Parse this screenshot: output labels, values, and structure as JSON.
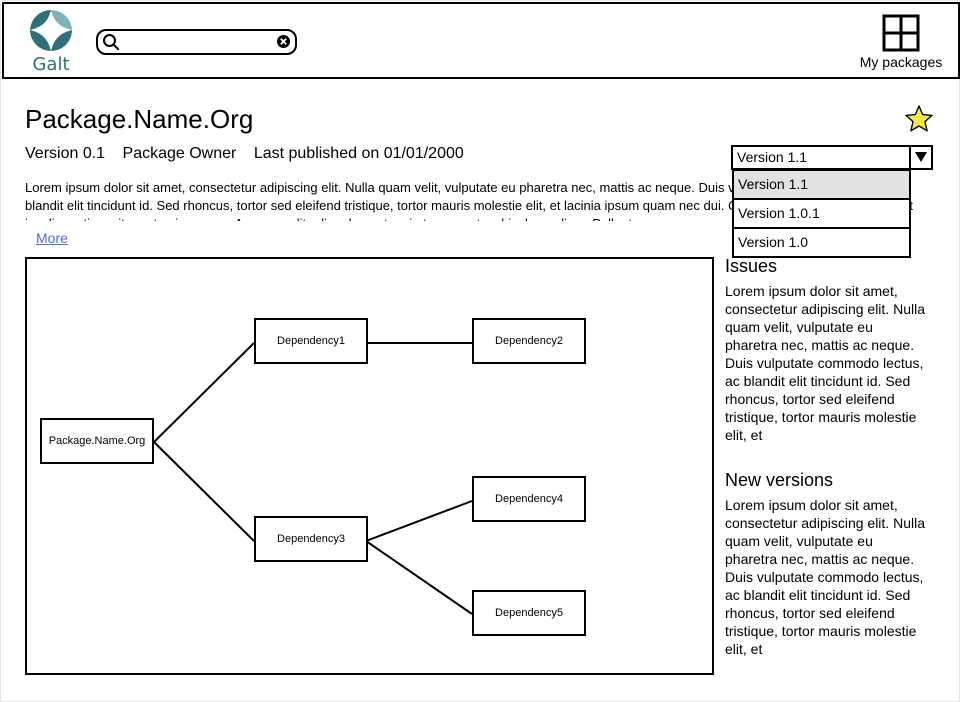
{
  "header": {
    "logo_text": "Galt",
    "search_placeholder": "",
    "packages_label": "My packages",
    "colors": {
      "logo_teal": "#2e6f7a",
      "logo_light": "#7fb3ba"
    }
  },
  "package": {
    "title": "Package.Name.Org",
    "version": "Version 0.1",
    "owner": "Package Owner",
    "published": "Last published on 01/01/2000",
    "description": "Lorem ipsum dolor sit amet, consectetur adipiscing elit. Nulla quam velit, vulputate eu pharetra nec, mattis ac neque. Duis vulputate commodo lectus, ac blandit elit tincidunt id. Sed rhoncus, tortor sed eleifend tristique, tortor mauris molestie elit, et lacinia ipsum quam nec dui. Quisque nec mauris sit amet elit iaculis pretium sit amet quis magna. Aenean velit odio, elementum in tempus ut, vehicula eu diam. Pellentesque",
    "more_label": "More",
    "star_color": "#f5ea45"
  },
  "version_select": {
    "selected": "Version 1.1",
    "options": [
      "Version 1.1",
      "Version 1.0.1",
      "Version 1.0"
    ]
  },
  "graph": {
    "nodes": {
      "root": "Package.Name.Org",
      "dep1": "Dependency1",
      "dep2": "Dependency2",
      "dep3": "Dependency3",
      "dep4": "Dependency4",
      "dep5": "Dependency5"
    }
  },
  "issues": {
    "heading": "Issues",
    "text": "Lorem ipsum dolor sit amet, consectetur adipiscing elit. Nulla quam velit, vulputate eu pharetra nec, mattis ac neque. Duis vulputate commodo lectus, ac blandit elit tincidunt id. Sed rhoncus, tortor sed eleifend tristique, tortor mauris molestie elit, et"
  },
  "new_versions": {
    "heading": "New versions",
    "text": "Lorem ipsum dolor sit amet, consectetur adipiscing elit. Nulla quam velit, vulputate eu pharetra nec, mattis ac neque. Duis vulputate commodo lectus, ac blandit elit tincidunt id. Sed rhoncus, tortor sed eleifend tristique, tortor mauris molestie elit, et"
  }
}
